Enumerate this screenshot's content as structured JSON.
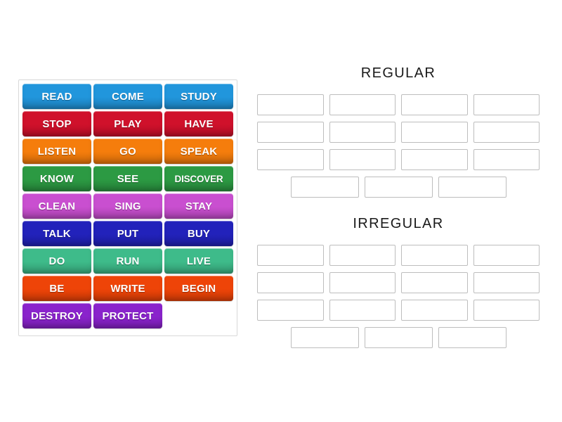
{
  "activity": {
    "type": "group-sort",
    "tray_label": "word-tile-tray"
  },
  "palette": {
    "blue": "#2196DC",
    "crimson": "#D0112B",
    "orange": "#F57D0C",
    "green": "#2C9A43",
    "orchid": "#C94FD0",
    "navy": "#2222BB",
    "seagreen": "#3EBB8A",
    "orangered": "#EE4408",
    "purple": "#8A23CC",
    "zone_border": "#bdbdbd",
    "tray_border": "#d8d8d8",
    "title_color": "#1a1a1a",
    "page_background": "#ffffff"
  },
  "tiles": {
    "rows": [
      {
        "color": "#2196DC",
        "words": [
          "READ",
          "COME",
          "STUDY"
        ]
      },
      {
        "color": "#D0112B",
        "words": [
          "STOP",
          "PLAY",
          "HAVE"
        ]
      },
      {
        "color": "#F57D0C",
        "words": [
          "LISTEN",
          "GO",
          "SPEAK"
        ]
      },
      {
        "color": "#2C9A43",
        "words": [
          "KNOW",
          "SEE",
          "DISCOVER"
        ]
      },
      {
        "color": "#C94FD0",
        "words": [
          "CLEAN",
          "SING",
          "STAY"
        ]
      },
      {
        "color": "#2222BB",
        "words": [
          "TALK",
          "PUT",
          "BUY"
        ]
      },
      {
        "color": "#3EBB8A",
        "words": [
          "DO",
          "RUN",
          "LIVE"
        ]
      },
      {
        "color": "#EE4408",
        "words": [
          "BE",
          "WRITE",
          "BEGIN"
        ]
      },
      {
        "color": "#8A23CC",
        "words": [
          "DESTROY",
          "PROTECT",
          ""
        ]
      }
    ],
    "total_words": 26
  },
  "groups": [
    {
      "title": "REGULAR",
      "zone_rows": [
        4,
        4,
        4,
        3
      ],
      "zone_count": 15,
      "filled": []
    },
    {
      "title": "IRREGULAR",
      "zone_rows": [
        4,
        4,
        4,
        3
      ],
      "zone_count": 15,
      "filled": []
    }
  ]
}
